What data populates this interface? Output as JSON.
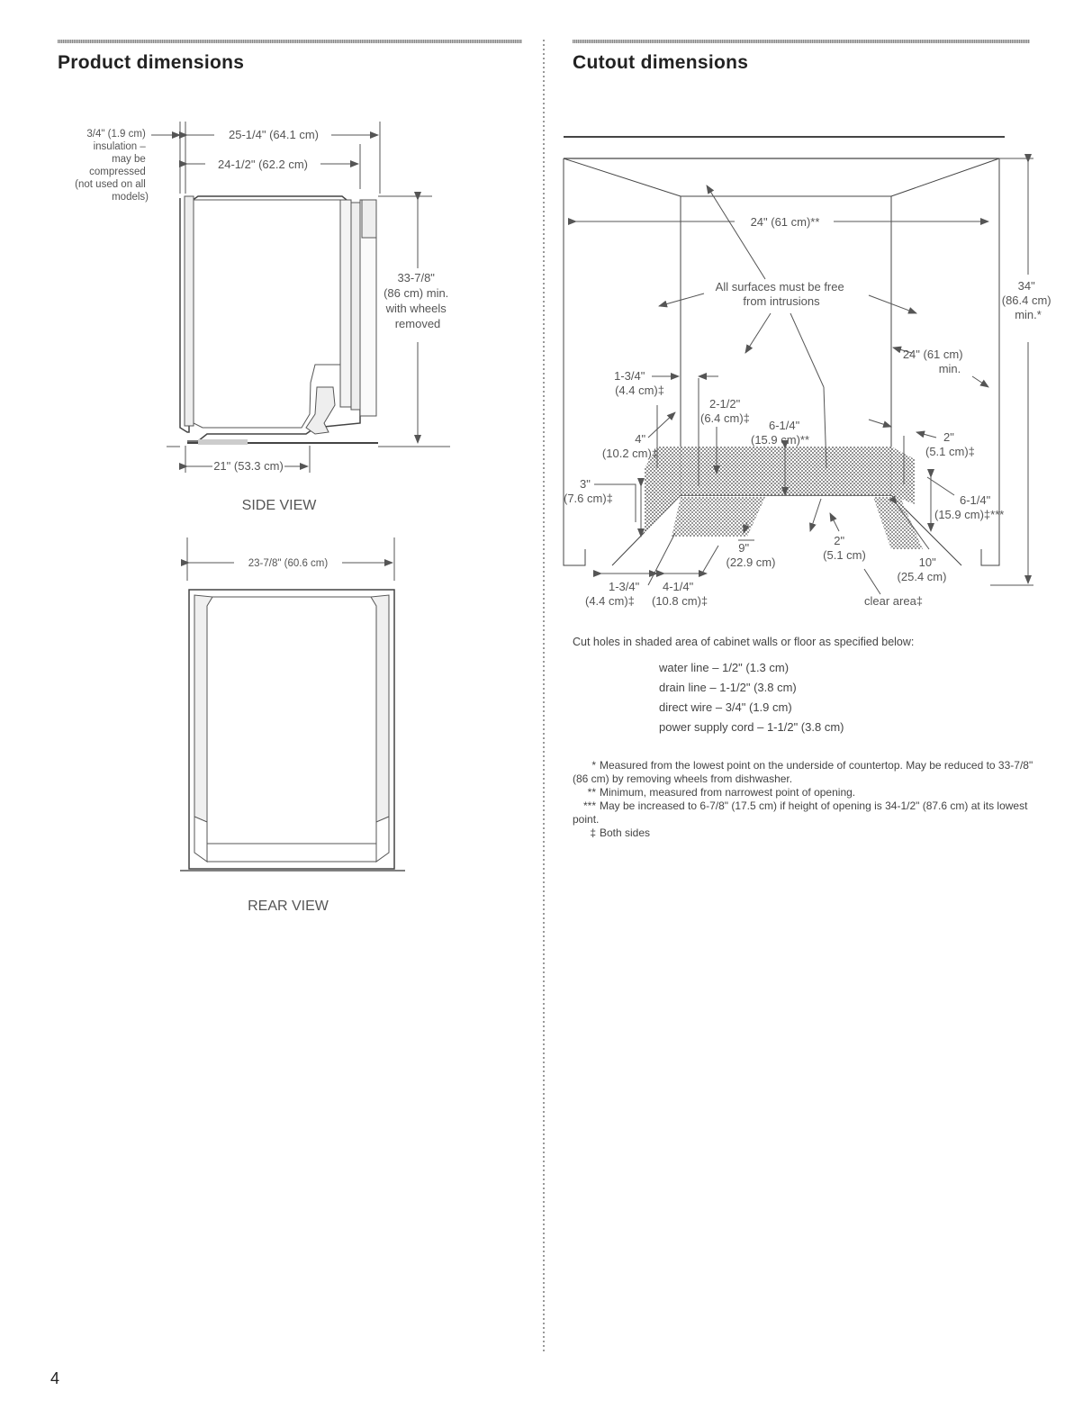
{
  "left": {
    "title": "Product dimensions",
    "side_view": {
      "caption": "SIDE VIEW",
      "insulation_note": [
        "3/4\" (1.9 cm)",
        "insulation –",
        "may be",
        "compressed",
        "(not used on all",
        "models)"
      ],
      "width_outer": "25-1/4\" (64.1 cm)",
      "width_inner": "24-1/2\" (62.2 cm)",
      "height": [
        "33-7/8\"",
        "(86 cm) min.",
        "with wheels",
        "removed"
      ],
      "depth": "21\" (53.3 cm)"
    },
    "rear_view": {
      "caption": "REAR VIEW",
      "width": "23-7/8\" (60.6 cm)"
    }
  },
  "right": {
    "title": "Cutout dimensions",
    "labels": {
      "width": "24\" (61 cm)**",
      "height": [
        "34\"",
        "(86.4 cm)",
        "min.*"
      ],
      "surfaces": [
        "All surfaces must be free",
        "from intrusions"
      ],
      "depth": [
        "24\" (61 cm)",
        "min."
      ],
      "side_a": [
        "1-3/4\"",
        "(4.4 cm)‡"
      ],
      "side_b": [
        "2-1/2\"",
        "(6.4 cm)‡"
      ],
      "mid_height": [
        "6-1/4\"",
        "(15.9 cm)**"
      ],
      "left_4": [
        "4\"",
        "(10.2 cm)‡"
      ],
      "left_3": [
        "3\"",
        "(7.6 cm)‡"
      ],
      "right_2": [
        "2\"",
        "(5.1 cm)‡"
      ],
      "right_614": [
        "6-1/4\"",
        "(15.9 cm)‡***"
      ],
      "floor_9": [
        "9\"",
        "(22.9 cm)"
      ],
      "floor_2": [
        "2\"",
        "(5.1 cm)"
      ],
      "floor_10": [
        "10\"",
        "(25.4 cm)"
      ],
      "bottom_134": [
        "1-3/4\"",
        "(4.4 cm)‡"
      ],
      "bottom_414": [
        "4-1/4\"",
        "(10.8 cm)‡"
      ],
      "clear_area": "clear area‡"
    },
    "cut_intro": "Cut holes in shaded area of cabinet walls or floor as specified below:",
    "holes": [
      "water line – 1/2\" (1.3 cm)",
      "drain line – 1-1/2\" (3.8 cm)",
      "direct wire – 3/4\" (1.9 cm)",
      "power supply cord – 1-1/2\" (3.8 cm)"
    ],
    "footnotes": [
      {
        "mark": "*",
        "text": "Measured from the lowest point on the underside of countertop. May be reduced to 33-7/8\" (86 cm) by removing wheels from dishwasher."
      },
      {
        "mark": "**",
        "text": "Minimum, measured from narrowest point of opening."
      },
      {
        "mark": "***",
        "text": "May be increased to 6-7/8\" (17.5 cm) if height of opening is 34-1/2\" (87.6 cm) at its lowest point."
      },
      {
        "mark": "‡",
        "text": "Both sides"
      }
    ]
  },
  "page_number": "4"
}
